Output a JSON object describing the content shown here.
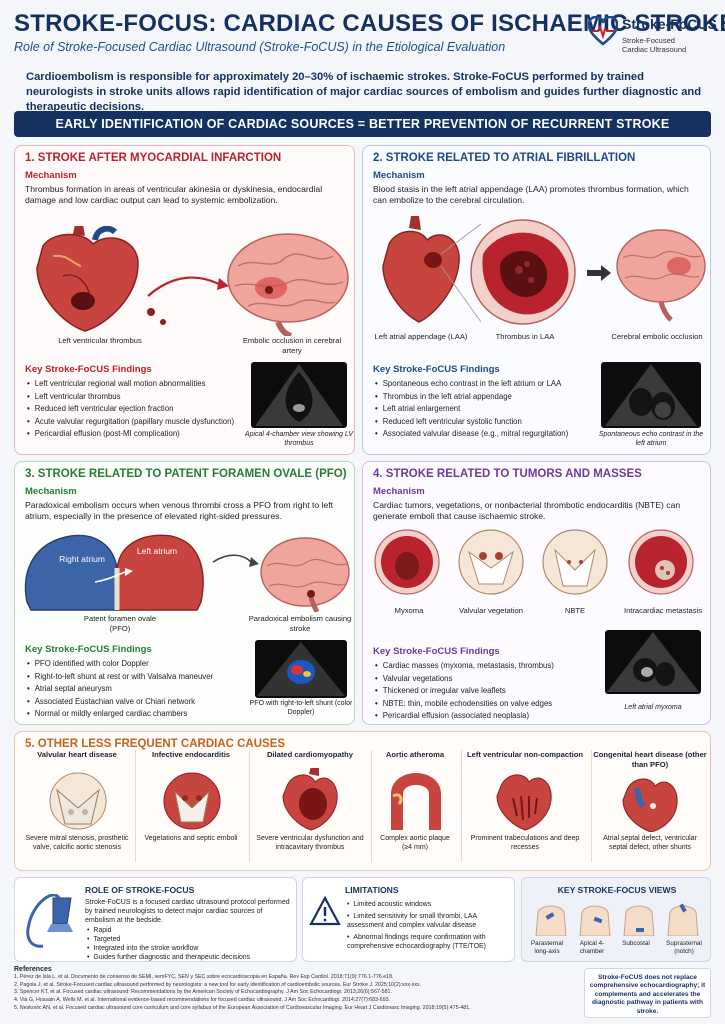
{
  "header": {
    "title": "STROKE-FOCUS: CARDIAC CAUSES OF ISCHAEMIC STROKE",
    "subtitle": "Role of Stroke-Focused Cardiac Ultrasound (Stroke-FoCUS) in the Etiological Evaluation",
    "logo_name": "Stroke-FoCUS",
    "logo_tag_line1": "Stroke-Focused",
    "logo_tag_line2": "Cardiac Ultrasound",
    "logo_icon": "heart-ecg-icon"
  },
  "intro": "Cardioembolism is responsible for approximately 20–30% of ischaemic strokes. Stroke-FoCUS performed by trained neurologists in stroke units allows rapid identification of major cardiac sources of embolism and guides further diagnostic and therapeutic decisions.",
  "banner": "EARLY IDENTIFICATION OF CARDIAC SOURCES = BETTER PREVENTION OF RECURRENT STROKE",
  "colors": {
    "navy": "#14315f",
    "red": "#b8232d",
    "blue": "#1e4a8a",
    "green": "#2b7a36",
    "purple": "#6e3a9a",
    "orange": "#c4621b"
  },
  "labels": {
    "mechanism": "Mechanism",
    "key_findings": "Key Stroke-FoCUS Findings"
  },
  "sections": {
    "mi": {
      "title": "1. STROKE AFTER MYOCARDIAL INFARCTION",
      "mechanism": "Thrombus formation in areas of ventricular akinesia or dyskinesia, endocardial damage and low cardiac output can lead to systemic embolization.",
      "captions": [
        "Left ventricular thrombus",
        "Embolic occlusion in cerebral artery"
      ],
      "findings": [
        "Left ventricular regional wall motion abnormalities",
        "Left ventricular thrombus",
        "Reduced left ventricular ejection fraction",
        "Acute valvular regurgitation (papillary muscle dysfunction)",
        "Pericardial effusion (post-MI complication)"
      ],
      "echo_caption": "Apical 4-chamber view showing LV thrombus"
    },
    "af": {
      "title": "2. STROKE RELATED TO ATRIAL FIBRILLATION",
      "mechanism": "Blood stasis in the left atrial appendage (LAA) promotes thrombus formation, which can embolize to the cerebral circulation.",
      "captions": [
        "Left atrial appendage (LAA)",
        "Thrombus in LAA",
        "Cerebral embolic occlusion"
      ],
      "findings": [
        "Spontaneous echo contrast in the left atrium or LAA",
        "Thrombus in the left atrial appendage",
        "Left atrial enlargement",
        "Reduced left ventricular systolic function",
        "Associated valvular disease (e.g., mitral regurgitation)"
      ],
      "echo_caption": "Spontaneous echo contrast in the left atrium"
    },
    "pfo": {
      "title": "3. STROKE RELATED TO PATENT FORAMEN OVALE (PFO)",
      "mechanism": "Paradoxical embolism occurs when venous thrombi cross a PFO from right to left atrium, especially in the presence of elevated right-sided pressures.",
      "right_atrium": "Right atrium",
      "left_atrium": "Left atrium",
      "captions": [
        "Patent foramen ovale (PFO)",
        "Paradoxical embolism causing stroke"
      ],
      "findings": [
        "PFO identified with color Doppler",
        "Right-to-left shunt at rest or with Valsalva maneuver",
        "Atrial septal aneurysm",
        "Associated Eustachian valve or Chiari network",
        "Normal or mildly enlarged cardiac chambers"
      ],
      "echo_caption": "PFO with right-to-left shunt (color Doppler)"
    },
    "tumors": {
      "title": "4. STROKE RELATED TO TUMORS AND MASSES",
      "mechanism": "Cardiac tumors, vegetations, or nonbacterial thrombotic endocarditis (NBTE) can generate emboli that cause ischaemic stroke.",
      "captions": [
        "Myxoma",
        "Valvular vegetation",
        "NBTE",
        "Intracardiac metastasis"
      ],
      "findings": [
        "Cardiac masses (myxoma, metastasis, thrombus)",
        "Valvular vegetations",
        "Thickened or irregular valve leaflets",
        "NBTE: thin, mobile echodensities on valve edges",
        "Pericardial effusion (associated neoplasia)"
      ],
      "echo_caption": "Left atrial myxoma"
    },
    "other": {
      "title": "5. OTHER LESS FREQUENT CARDIAC CAUSES",
      "items": [
        {
          "name": "Valvular heart disease",
          "caption": "Severe mitral stenosis, prosthetic valve, calcific aortic stenosis"
        },
        {
          "name": "Infective endocarditis",
          "caption": "Vegetations and septic emboli"
        },
        {
          "name": "Dilated cardiomyopathy",
          "caption": "Severe ventricular dysfunction and intracavitary thrombus"
        },
        {
          "name": "Aortic atheroma",
          "caption": "Complex aortic plaque (≥4 mm)"
        },
        {
          "name": "Left ventricular non-compaction",
          "caption": "Prominent trabeculations and deep recesses"
        },
        {
          "name": "Congenital heart disease (other than PFO)",
          "caption": "Atrial septal defect, ventricular septal defect, other shunts"
        }
      ]
    }
  },
  "role": {
    "title": "ROLE OF STROKE-FOCUS",
    "text": "Stroke-FoCUS is a focused cardiac ultrasound protocol performed by trained neurologists to detect major cardiac sources of embolism at the bedside.",
    "items": [
      "Rapid",
      "Targeted",
      "Integrated into the stroke workflow",
      "Guides further diagnostic and therapeutic decisions"
    ]
  },
  "limitations": {
    "title": "LIMITATIONS",
    "items": [
      "Limited acoustic windows",
      "Limited sensitivity for small thrombi, LAA assessment and complex valvular disease",
      "Abnormal findings require confirmation with comprehensive echocardiography (TTE/TOE)"
    ]
  },
  "views": {
    "title": "KEY STROKE-FOCUS VIEWS",
    "items": [
      "Parasternal long-axis",
      "Apical 4-chamber",
      "Subcostal",
      "Suprasternal (notch)"
    ]
  },
  "references": {
    "title": "References",
    "items": [
      "1. Pérez de Isla L, et al. Documento de consenso de SEMI, semFYC, SEN y SEC sobre ecocardioscopia en España. Rev Esp Cardiol. 2018;71(9):776.1-776.e18.",
      "2. Pagola J, et al. Stroke-Focused cardiac ultrasound performed by neurologists: a new tool for early identification of cardioembolic sources. Eur Stroke J. 2025;10(2):xxx-xxx.",
      "3. Spencer KT, et al. Focused cardiac ultrasound: Recommendations by the American Society of Echocardiography. J Am Soc Echocardiogr. 2013;26(6):567-581.",
      "4. Via G, Hussain A, Wells M, et al. International evidence-based recommendations for focused cardiac ultrasound. J Am Soc Echocardiogr. 2014;27(7):683-693.",
      "5. Neskovic AN, et al. Focused cardiac ultrasound core curriculum and core syllabus of the European Association of Cardiovascular Imaging. Eur Heart J Cardiovasc Imaging. 2018;19(5):475-481."
    ]
  },
  "note": "Stroke-FoCUS does not replace comprehensive echocardiography; it complements and accelerates the diagnostic pathway in patients with stroke."
}
